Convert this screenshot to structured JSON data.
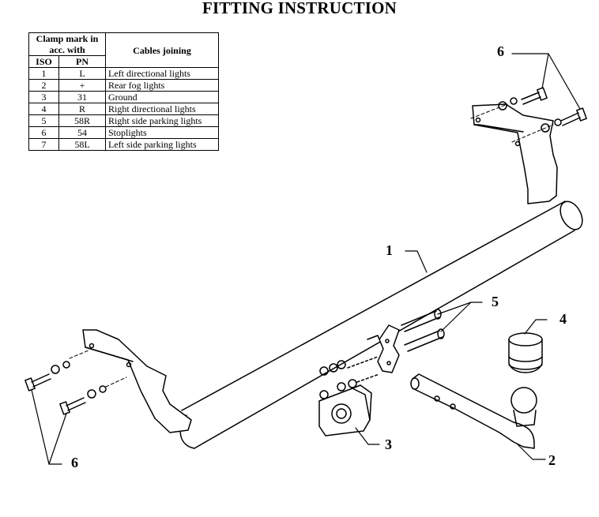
{
  "title": "FITTING INSTRUCTION",
  "table": {
    "header_clamp": "Clamp mark in acc. with",
    "header_iso": "ISO",
    "header_pn": "PN",
    "header_cables": "Cables joining",
    "rows": [
      {
        "iso": "1",
        "pn": "L",
        "cable": "Left directional lights"
      },
      {
        "iso": "2",
        "pn": "+",
        "cable": "Rear fog lights"
      },
      {
        "iso": "3",
        "pn": "31",
        "cable": "Ground"
      },
      {
        "iso": "4",
        "pn": "R",
        "cable": "Right directional lights"
      },
      {
        "iso": "5",
        "pn": "58R",
        "cable": "Right side parking lights"
      },
      {
        "iso": "6",
        "pn": "54",
        "cable": "Stoplights"
      },
      {
        "iso": "7",
        "pn": "58L",
        "cable": "Left side parking lights"
      }
    ]
  },
  "callouts": {
    "crossbar": "1",
    "tow_ball_neck": "2",
    "socket_plate": "3",
    "ball_cap": "4",
    "bolts_center": "5",
    "bolts_top_right": "6",
    "bolts_bottom_left": "6"
  }
}
